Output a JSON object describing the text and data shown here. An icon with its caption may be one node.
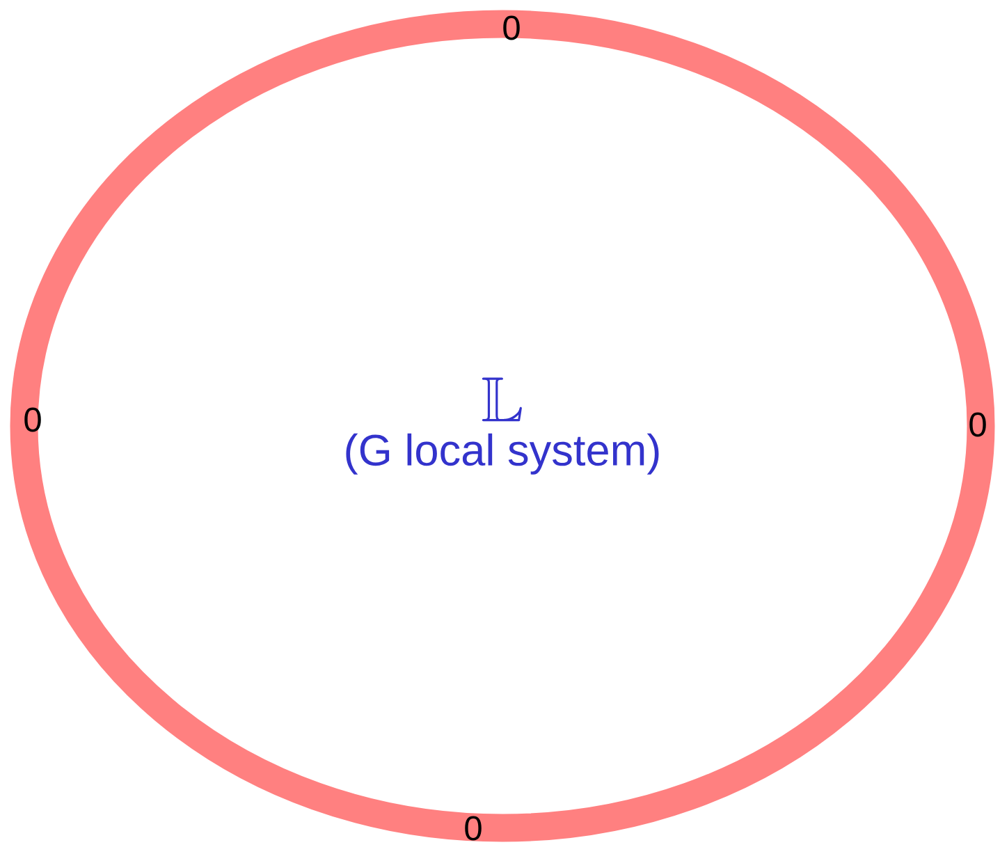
{
  "diagram": {
    "nodes": [
      {
        "text": [
          "\\mathbb{L}",
          "(G local system)"
        ]
      }
    ],
    "edges": [],
    "labels": [
      "0",
      "0",
      "0",
      "0"
    ]
  }
}
